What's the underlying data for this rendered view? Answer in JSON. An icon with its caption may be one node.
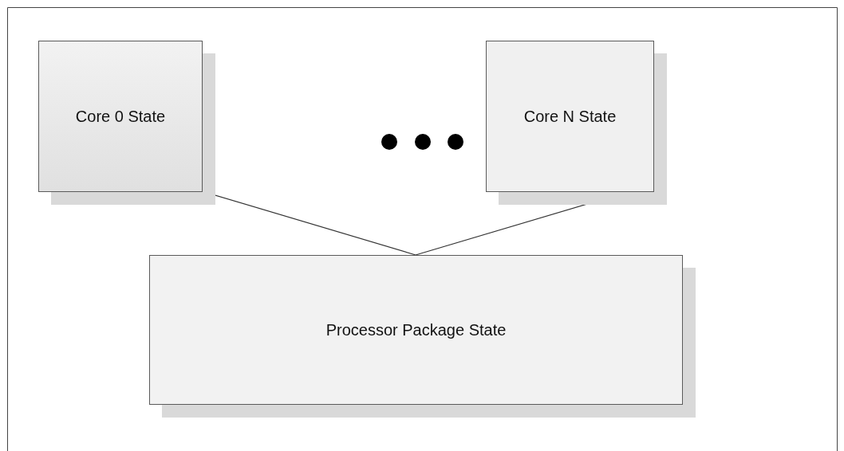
{
  "diagram": {
    "nodes": [
      {
        "text": [
          "Core 0 State"
        ]
      },
      {
        "text": [
          "Core N State"
        ]
      },
      {
        "text": [
          "Processor Package State"
        ]
      }
    ],
    "edges": [
      {
        "from": 0,
        "to": 2,
        "arrow": "none"
      },
      {
        "from": 1,
        "to": 2,
        "arrow": "none"
      }
    ]
  }
}
